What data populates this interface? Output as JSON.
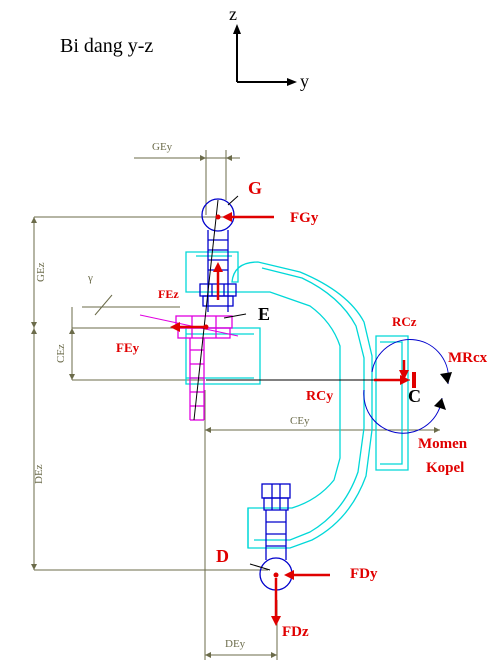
{
  "title": "Bi dang y-z",
  "axes": {
    "z": "z",
    "y": "y"
  },
  "points": {
    "G": "G",
    "E": "E",
    "C": "C",
    "D": "D"
  },
  "forces": {
    "FGy": "FGy",
    "FEz": "FEz",
    "FEy": "FEy",
    "RCz": "RCz",
    "RCy": "RCy",
    "MRcx": "MRcx",
    "momen_line1": "Momen",
    "momen_line2": "Kopel",
    "FDy": "FDy",
    "FDz": "FDz"
  },
  "dimensions": {
    "GEy": "GEy",
    "GEz": "GEz",
    "CEz": "CEz",
    "CEy": "CEy",
    "DEz": "DEz",
    "DEy": "DEy",
    "angle": "γ"
  },
  "colors": {
    "force": "#e00000",
    "bracket": "#00d8d8",
    "bolt_blue": "#0000cc",
    "bolt_magenta": "#e000e0",
    "dimension": "#6b6b4a"
  }
}
